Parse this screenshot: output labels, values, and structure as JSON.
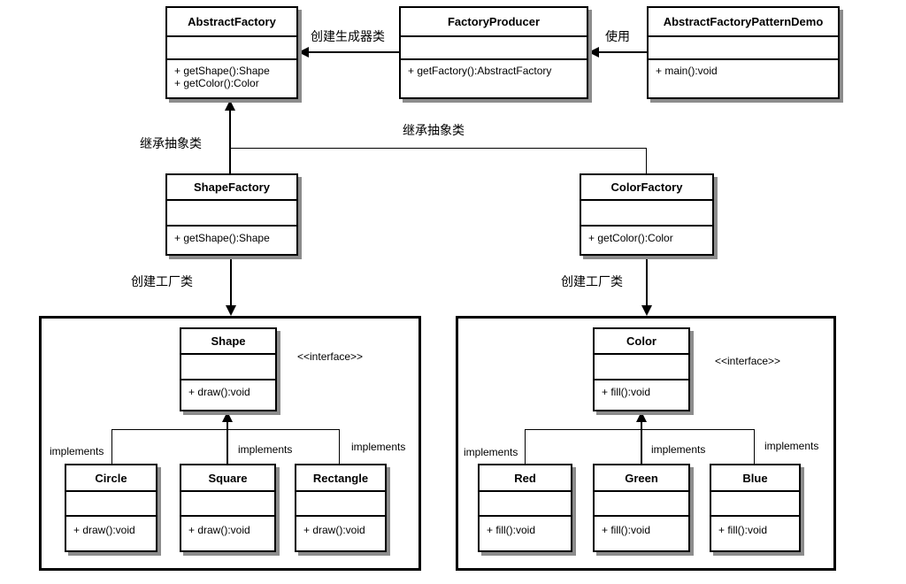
{
  "diagram": {
    "title_hint": "Abstract Factory pattern UML diagram",
    "classes": {
      "abstract_factory": {
        "title": "AbstractFactory",
        "methods": [
          "+ getShape():Shape",
          "+ getColor():Color"
        ]
      },
      "factory_producer": {
        "title": "FactoryProducer",
        "methods": [
          "+ getFactory():AbstractFactory"
        ]
      },
      "pattern_demo": {
        "title": "AbstractFactoryPatternDemo",
        "methods": [
          "+ main():void"
        ]
      },
      "shape_factory": {
        "title": "ShapeFactory",
        "methods": [
          "+ getShape():Shape"
        ]
      },
      "color_factory": {
        "title": "ColorFactory",
        "methods": [
          "+ getColor():Color"
        ]
      },
      "shape": {
        "title": "Shape",
        "methods": [
          "+ draw():void"
        ]
      },
      "circle": {
        "title": "Circle",
        "methods": [
          "+ draw():void"
        ]
      },
      "square": {
        "title": "Square",
        "methods": [
          "+ draw():void"
        ]
      },
      "rectangle": {
        "title": "Rectangle",
        "methods": [
          "+ draw():void"
        ]
      },
      "color": {
        "title": "Color",
        "methods": [
          "+ fill():void"
        ]
      },
      "red": {
        "title": "Red",
        "methods": [
          "+ fill():void"
        ]
      },
      "green": {
        "title": "Green",
        "methods": [
          "+ fill():void"
        ]
      },
      "blue": {
        "title": "Blue",
        "methods": [
          "+ fill():void"
        ]
      }
    },
    "labels": {
      "create_producer": "创建生成器类",
      "use": "使用",
      "inherit_abstract": "继承抽象类",
      "create_factory": "创建工厂类",
      "interface_stereotype": "<<interface>>",
      "implements": "implements"
    },
    "colors": {
      "line": "#000000",
      "box_border": "#000000",
      "box_fill": "#ffffff",
      "shadow": "#8c8c8c",
      "background": "#ffffff",
      "text": "#000000"
    }
  }
}
